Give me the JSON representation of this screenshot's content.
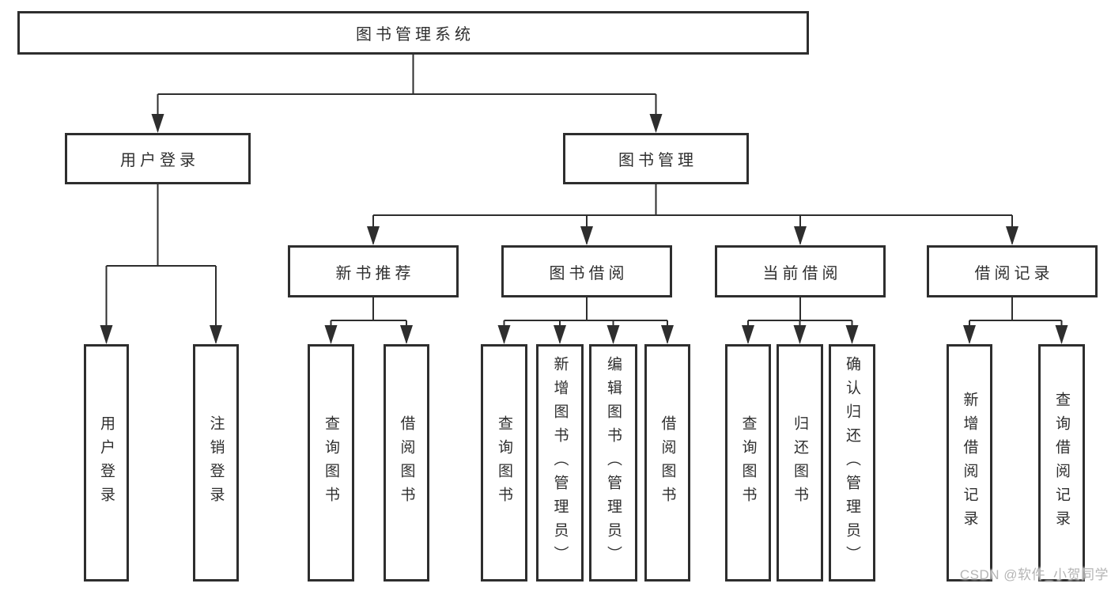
{
  "diagram": {
    "root": {
      "label": "图书管理系统",
      "children": [
        {
          "label": "用户登录",
          "children": [
            {
              "label": "用户登录"
            },
            {
              "label": "注销登录"
            }
          ]
        },
        {
          "label": "图书管理",
          "children": [
            {
              "label": "新书推荐",
              "children": [
                {
                  "label": "查询图书"
                },
                {
                  "label": "借阅图书"
                }
              ]
            },
            {
              "label": "图书借阅",
              "children": [
                {
                  "label": "查询图书"
                },
                {
                  "label": "新增图书（管理员）"
                },
                {
                  "label": "编辑图书（管理员）"
                },
                {
                  "label": "借阅图书"
                }
              ]
            },
            {
              "label": "当前借阅",
              "children": [
                {
                  "label": "查询图书"
                },
                {
                  "label": "归还图书"
                },
                {
                  "label": "确认归还（管理员）"
                }
              ]
            },
            {
              "label": "借阅记录",
              "children": [
                {
                  "label": "新增借阅记录"
                },
                {
                  "label": "查询借阅记录"
                }
              ]
            }
          ]
        }
      ]
    },
    "colors": {
      "line": "#2e2e2e",
      "box_border": "#2e2e2e",
      "text": "#2f2f2f",
      "watermark": "#b5b5b5",
      "background": "#ffffff"
    }
  },
  "watermark": {
    "text": "CSDN @软件_小贺同学"
  }
}
